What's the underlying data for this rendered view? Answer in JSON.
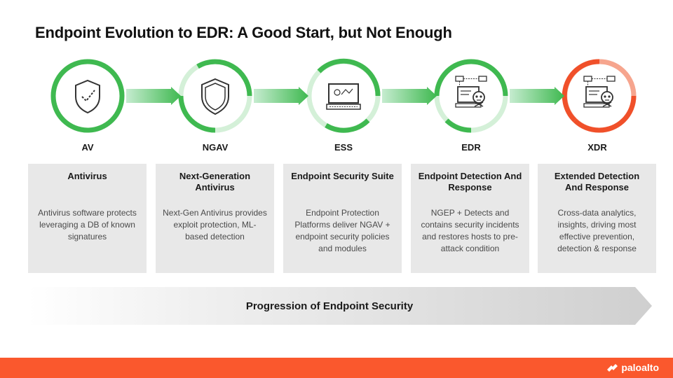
{
  "title": "Endpoint Evolution to EDR: A Good Start, but Not Enough",
  "colors": {
    "green": "#3fb950",
    "green_light": "#d4f0d8",
    "orange": "#f0502a",
    "orange_light": "#f7d3c8",
    "card_bg": "#e8e8e8",
    "footer": "#fa582d"
  },
  "stages": [
    {
      "abbr": "AV",
      "title": "Antivirus",
      "desc": "Antivirus software protects leveraging a DB of known signatures",
      "icon": "shield-check-icon"
    },
    {
      "abbr": "NGAV",
      "title": "Next-Generation Antivirus",
      "desc": "Next-Gen Antivirus provides exploit protection, ML-based detection",
      "icon": "shield-icon"
    },
    {
      "abbr": "ESS",
      "title": "Endpoint Security Suite",
      "desc": "Endpoint Protection Platforms deliver NGAV + endpoint security policies and modules",
      "icon": "monitor-icon"
    },
    {
      "abbr": "EDR",
      "title": "Endpoint Detection And Response",
      "desc": "NGEP + Detects and contains security incidents and restores hosts to pre-attack condition",
      "icon": "network-skull-icon"
    },
    {
      "abbr": "XDR",
      "title": "Extended Detection And Response",
      "desc": "Cross-data analytics, insights, driving most effective prevention, detection & response",
      "icon": "network-skull-icon"
    }
  ],
  "progression_label": "Progression of Endpoint Security",
  "footer": {
    "logo_text": "paloalto"
  }
}
